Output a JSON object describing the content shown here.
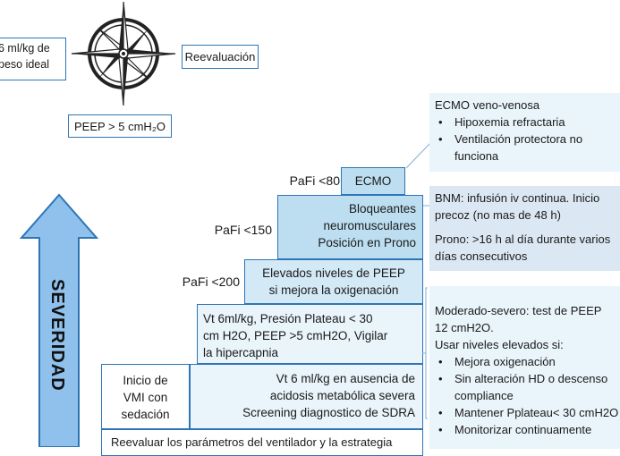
{
  "top": {
    "partial_left_line1": "6 ml/kg de",
    "partial_left_line2": "peso ideal",
    "reevaluacion": "Reevaluación",
    "peep_label": "PEEP > 5 cmH₂O"
  },
  "severity": {
    "label": "SEVERIDAD"
  },
  "pafi": {
    "p80": "PaFi <80",
    "p150": "PaFi <150",
    "p200": "PaFi <200"
  },
  "stairs": {
    "ecmo": "ECMO",
    "bloq_line1": "Bloqueantes",
    "bloq_line2": "neuromusculares",
    "bloq_line3": "Posición en Prono",
    "peep_line1": "Elevados niveles de PEEP",
    "peep_line2": "si mejora la oxigenación",
    "vt_line1": "Vt 6ml/kg, Presión Plateau < 30",
    "vt_line2": "cm H2O, PEEP >5 cmH2O, Vigilar",
    "vt_line3": "la hipercapnia",
    "inicio_line1": "Inicio de",
    "inicio_line2": "VMI con",
    "inicio_line3": "sedación",
    "vt6_line1": "Vt 6 ml/kg en ausencia de",
    "vt6_line2": "acidosis metabólica severa",
    "vt6_line3": "Screening diagnostico de SDRA",
    "bottom": "Reevaluar los parámetros del ventilador y la estrategia"
  },
  "notes": {
    "ecmo_title": "ECMO veno-venosa",
    "ecmo_bullets": [
      "Hipoxemia refractaria",
      "Ventilación protectora no",
      "funciona"
    ],
    "bnm": "BNM: infusión iv continua. Inicio",
    "bnm2": "precoz (no mas de 48 h)",
    "prono": "Prono: >16 h al día durante varios",
    "prono2": "días consecutivos",
    "peep_note1": "Moderado-severo: test de PEEP",
    "peep_note2": "12 cmH2O.",
    "peep_note3": "Usar niveles elevados si:",
    "peep_bullets": [
      "Mejora oxigenación",
      "Sin alteración HD o descenso",
      "compliance",
      "Mantener Pplateau< 30 cmH2O",
      "Monitorizar continuamente"
    ]
  }
}
